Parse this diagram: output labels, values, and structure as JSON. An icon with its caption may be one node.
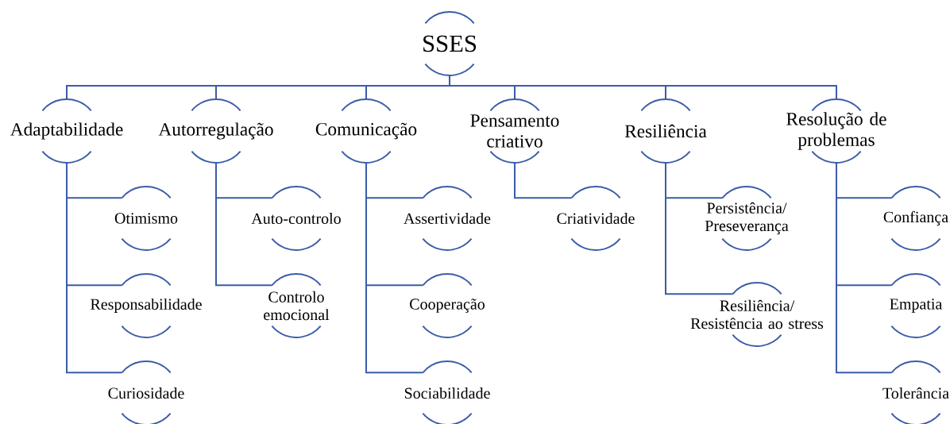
{
  "diagram": {
    "nodes": [
      {
        "text": [
          "SSES"
        ]
      },
      {
        "text": [
          "Adaptabilidade"
        ]
      },
      {
        "text": [
          "Autorregulação"
        ]
      },
      {
        "text": [
          "Comunicação"
        ]
      },
      {
        "text": [
          "Pensamento criativo"
        ]
      },
      {
        "text": [
          "Resiliência"
        ]
      },
      {
        "text": [
          "Resolução de problemas"
        ]
      },
      {
        "text": [
          "Otimismo"
        ]
      },
      {
        "text": [
          "Responsabilidade"
        ]
      },
      {
        "text": [
          "Curiosidade"
        ]
      },
      {
        "text": [
          "Auto-controlo"
        ]
      },
      {
        "text": [
          "Controlo emocional"
        ]
      },
      {
        "text": [
          "Assertividade"
        ]
      },
      {
        "text": [
          "Cooperação"
        ]
      },
      {
        "text": [
          "Sociabilidade"
        ]
      },
      {
        "text": [
          "Criatividade"
        ]
      },
      {
        "text": [
          "Persistência/ Preseverança"
        ]
      },
      {
        "text": [
          "Resiliência/ Resistência ao stress"
        ]
      },
      {
        "text": [
          "Confiança"
        ]
      },
      {
        "text": [
          "Empatia"
        ]
      },
      {
        "text": [
          "Tolerância"
        ]
      }
    ],
    "edges": [
      {
        "from": 0,
        "to": 1,
        "arrow": "none"
      },
      {
        "from": 0,
        "to": 2,
        "arrow": "none"
      },
      {
        "from": 0,
        "to": 3,
        "arrow": "none"
      },
      {
        "from": 0,
        "to": 4,
        "arrow": "none"
      },
      {
        "from": 0,
        "to": 5,
        "arrow": "none"
      },
      {
        "from": 0,
        "to": 6,
        "arrow": "none"
      },
      {
        "from": 1,
        "to": 7,
        "arrow": "none"
      },
      {
        "from": 1,
        "to": 8,
        "arrow": "none"
      },
      {
        "from": 1,
        "to": 9,
        "arrow": "none"
      },
      {
        "from": 2,
        "to": 10,
        "arrow": "none"
      },
      {
        "from": 2,
        "to": 11,
        "arrow": "none"
      },
      {
        "from": 3,
        "to": 12,
        "arrow": "none"
      },
      {
        "from": 3,
        "to": 13,
        "arrow": "none"
      },
      {
        "from": 3,
        "to": 14,
        "arrow": "none"
      },
      {
        "from": 4,
        "to": 15,
        "arrow": "none"
      },
      {
        "from": 5,
        "to": 16,
        "arrow": "none"
      },
      {
        "from": 5,
        "to": 17,
        "arrow": "none"
      },
      {
        "from": 6,
        "to": 18,
        "arrow": "none"
      },
      {
        "from": 6,
        "to": 19,
        "arrow": "none"
      },
      {
        "from": 6,
        "to": 20,
        "arrow": "none"
      }
    ]
  }
}
